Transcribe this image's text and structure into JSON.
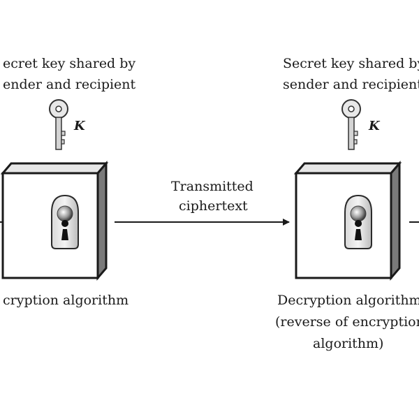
{
  "left_key": {
    "caption_line1": "ecret key shared by",
    "caption_line2": "ender and recipient",
    "symbol": "K",
    "icon": "key-icon"
  },
  "right_key": {
    "caption_line1": "Secret key shared by",
    "caption_line2": "sender and recipient",
    "symbol": "K",
    "icon": "key-icon"
  },
  "encryption_box": {
    "label": "cryption algorithm",
    "icon": "keyhole-lock-icon"
  },
  "decryption_box": {
    "label_line1": "Decryption algorithm",
    "label_line2": "(reverse of encryption",
    "label_line3": "algorithm)",
    "icon": "keyhole-lock-icon"
  },
  "channel": {
    "label_line1": "Transmitted",
    "label_line2": "ciphertext"
  }
}
